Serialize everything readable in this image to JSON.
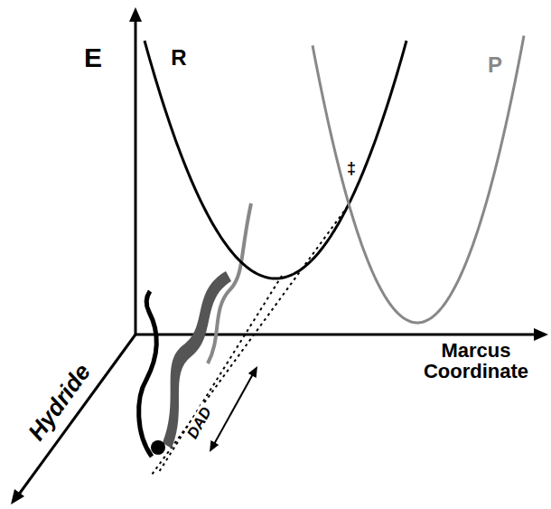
{
  "diagram": {
    "labels": [
      "E",
      "R",
      "P",
      "‡",
      "Marcus Coordinate",
      "Hydride",
      "DAD"
    ]
  }
}
